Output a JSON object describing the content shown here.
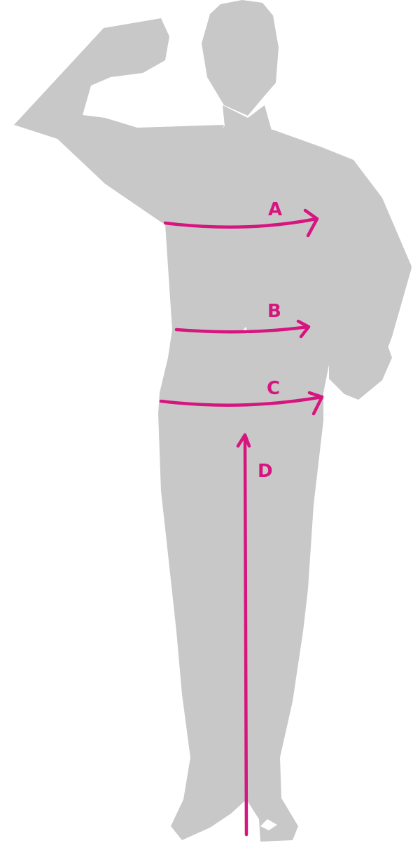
{
  "colors": {
    "silhouette": "#c8c8c8",
    "accent": "#d6157f",
    "background": "#ffffff"
  },
  "measurements": [
    {
      "id": "A",
      "label": "A",
      "area": "chest"
    },
    {
      "id": "B",
      "label": "B",
      "area": "waist"
    },
    {
      "id": "C",
      "label": "C",
      "area": "hips"
    },
    {
      "id": "D",
      "label": "D",
      "area": "inseam"
    }
  ]
}
